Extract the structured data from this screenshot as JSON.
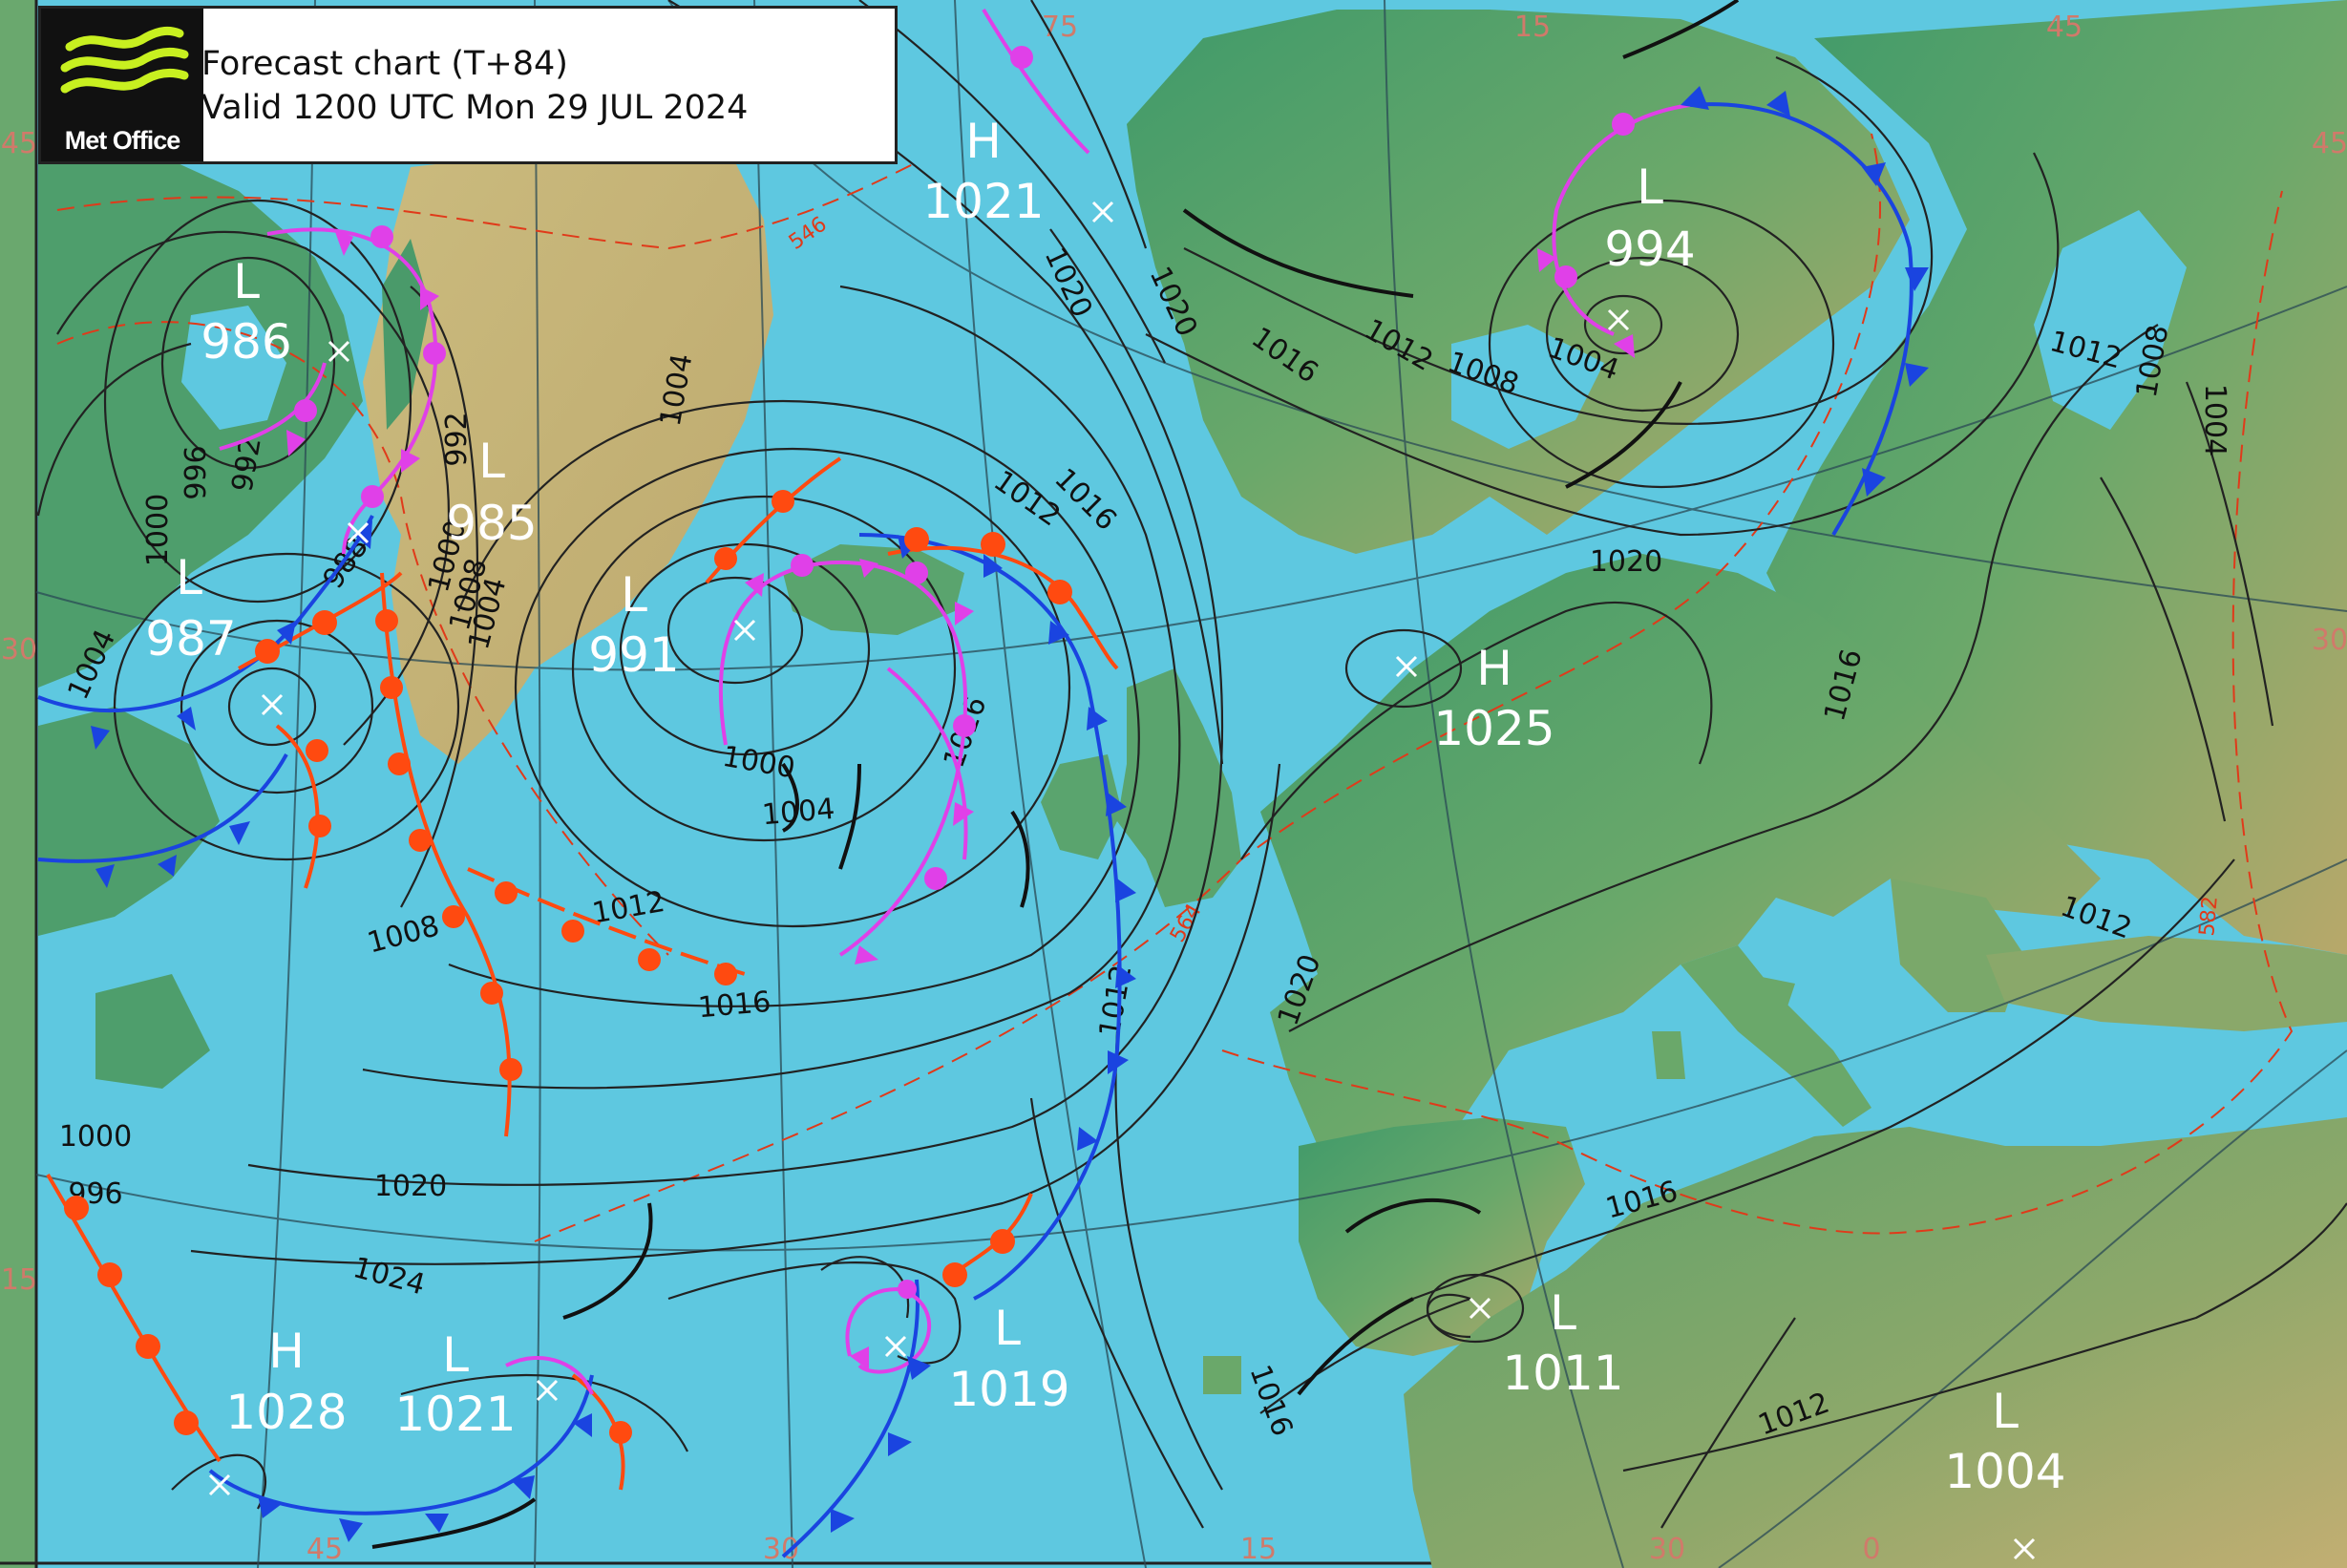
{
  "header": {
    "logo_text": "Met Office",
    "title": "Forecast chart (T+84)",
    "valid": "Valid 1200 UTC Mon 29 JUL 2024"
  },
  "colors": {
    "sea": "#5ec8e0",
    "land_low": "#4a9a6a",
    "land_high": "#c8b878",
    "greenland": "#c4b67a",
    "isobar": "#222222",
    "cold_front": "#1a44e0",
    "warm_front": "#ff4a10",
    "occluded_front": "#e040e8",
    "thickness": "#e03a1a"
  },
  "pressure_systems": [
    {
      "type": "L",
      "value": "986"
    },
    {
      "type": "L",
      "value": "985"
    },
    {
      "type": "L",
      "value": "987"
    },
    {
      "type": "L",
      "value": "991"
    },
    {
      "type": "H",
      "value": "1021"
    },
    {
      "type": "L",
      "value": "994"
    },
    {
      "type": "H",
      "value": "1025"
    },
    {
      "type": "H",
      "value": "1028"
    },
    {
      "type": "L",
      "value": "1021"
    },
    {
      "type": "L",
      "value": "1019"
    },
    {
      "type": "L",
      "value": "1011"
    },
    {
      "type": "L",
      "value": "1004"
    }
  ],
  "isobar_labels": [
    "1020",
    "1020",
    "1016",
    "1012",
    "1008",
    "1004",
    "1012",
    "1016",
    "1020",
    "1016",
    "1012",
    "1008",
    "1004",
    "1012",
    "1016",
    "1020",
    "1012",
    "1016",
    "1016",
    "1012",
    "1008",
    "1004",
    "1000",
    "1012",
    "1016",
    "1020",
    "1024",
    "1008",
    "1004",
    "1000",
    "1004",
    "1000",
    "996",
    "992",
    "992",
    "988",
    "1004",
    "1000",
    "996"
  ],
  "thickness_labels": [
    "546",
    "564",
    "582"
  ],
  "grid_labels": [
    "75",
    "15",
    "45",
    "45",
    "45",
    "30",
    "30",
    "15",
    "45",
    "30",
    "15",
    "30",
    "0"
  ]
}
